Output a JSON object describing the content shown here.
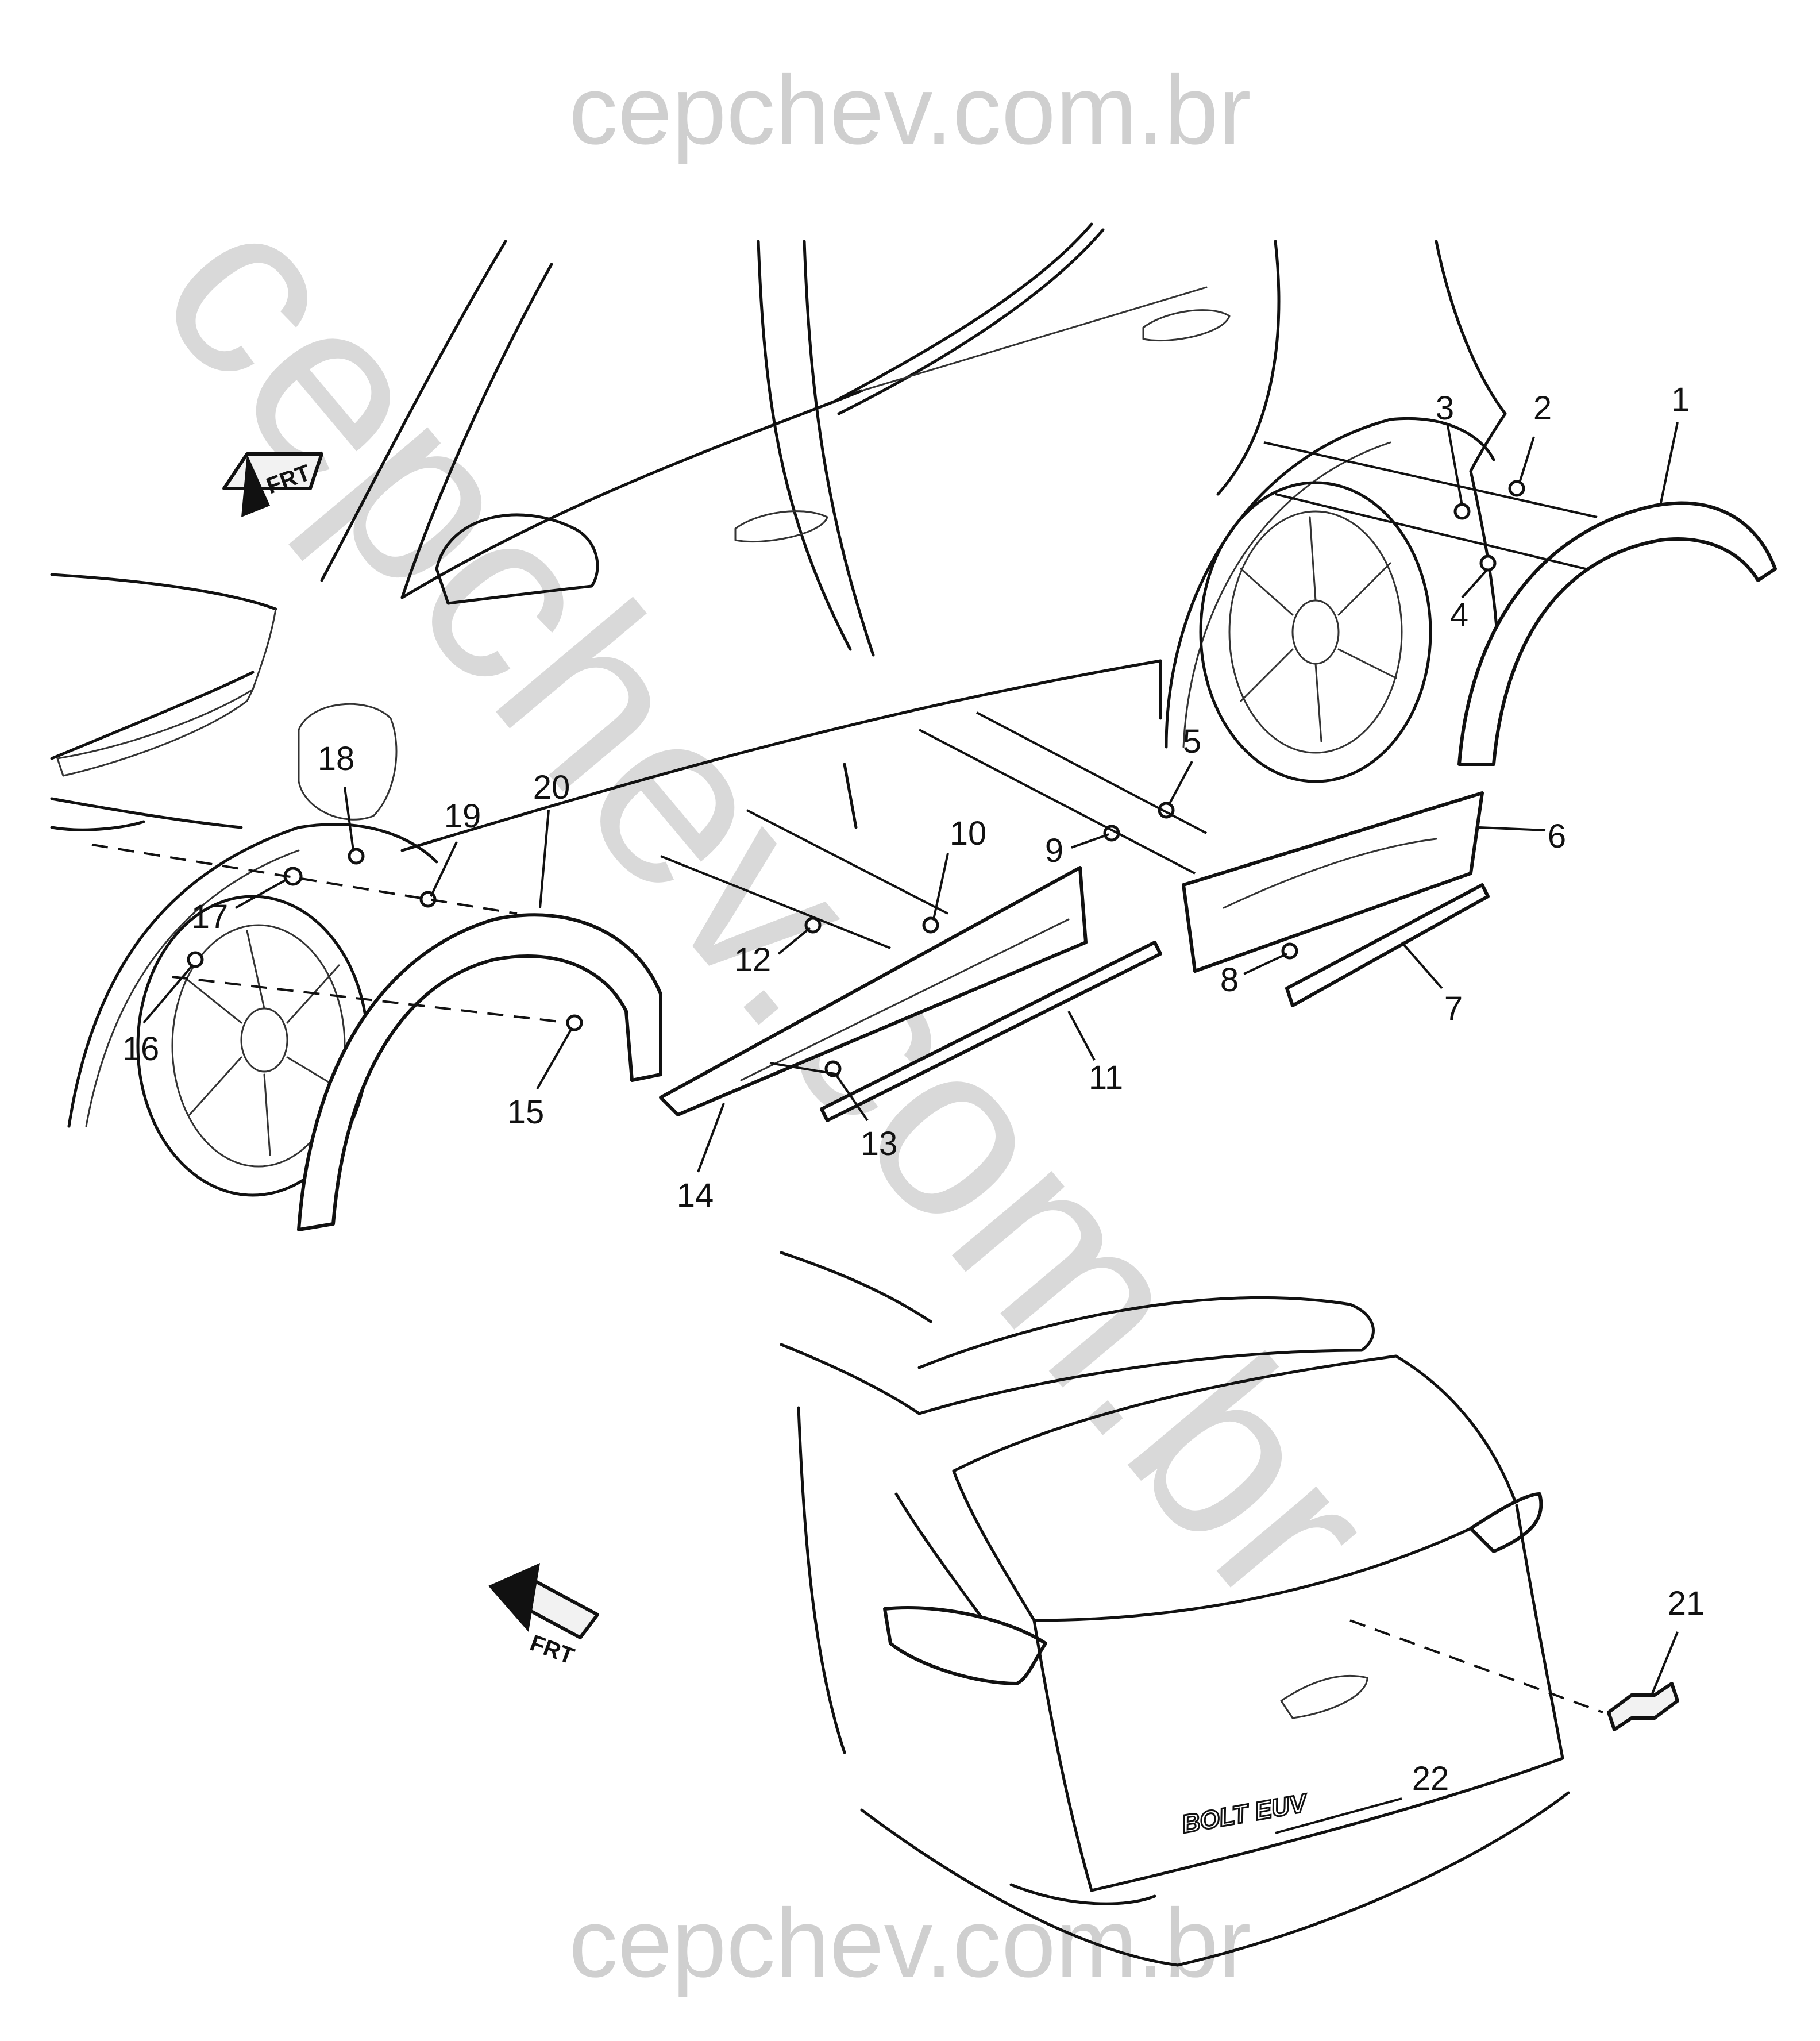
{
  "watermark": {
    "top": "cepchev.com.br",
    "bottom": "cepchev.com.br",
    "diagonal": "cepchev.com.br"
  },
  "frt_label_side": "FRT",
  "frt_label_rear": "FRT",
  "badge_text": "BOLT EUV",
  "callouts": [
    {
      "id": "c1",
      "label": "1"
    },
    {
      "id": "c2",
      "label": "2"
    },
    {
      "id": "c3",
      "label": "3"
    },
    {
      "id": "c4",
      "label": "4"
    },
    {
      "id": "c5",
      "label": "5"
    },
    {
      "id": "c6",
      "label": "6"
    },
    {
      "id": "c7",
      "label": "7"
    },
    {
      "id": "c8",
      "label": "8"
    },
    {
      "id": "c9",
      "label": "9"
    },
    {
      "id": "c10",
      "label": "10"
    },
    {
      "id": "c11",
      "label": "11"
    },
    {
      "id": "c12",
      "label": "12"
    },
    {
      "id": "c13",
      "label": "13"
    },
    {
      "id": "c14",
      "label": "14"
    },
    {
      "id": "c15",
      "label": "15"
    },
    {
      "id": "c16",
      "label": "16"
    },
    {
      "id": "c17",
      "label": "17"
    },
    {
      "id": "c18",
      "label": "18"
    },
    {
      "id": "c19",
      "label": "19"
    },
    {
      "id": "c20",
      "label": "20"
    },
    {
      "id": "c21",
      "label": "21"
    },
    {
      "id": "c22",
      "label": "22"
    }
  ]
}
